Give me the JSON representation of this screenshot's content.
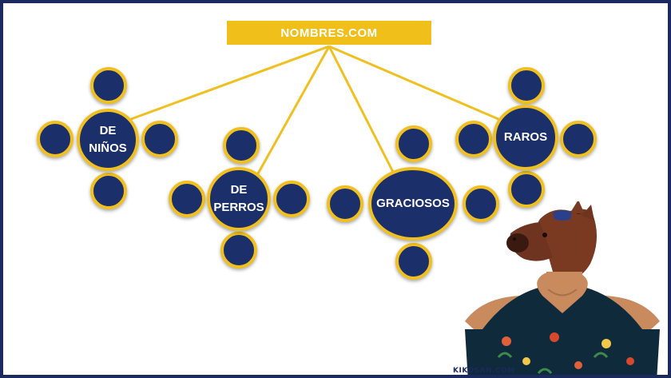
{
  "diagram": {
    "root": "NOMBRES.COM",
    "branches": [
      {
        "label": "DE\nNIÑOS"
      },
      {
        "label": "DE\nPERROS"
      },
      {
        "label": "GRACIOSOS"
      },
      {
        "label": "RAROS"
      }
    ]
  },
  "watermark": "KIKOSAN.COM",
  "colors": {
    "navy": "#1b2f6b",
    "gold": "#f0c020",
    "frame": "#1b2a5e"
  },
  "figure": {
    "description_icon": "horse-mask-person-icon"
  }
}
